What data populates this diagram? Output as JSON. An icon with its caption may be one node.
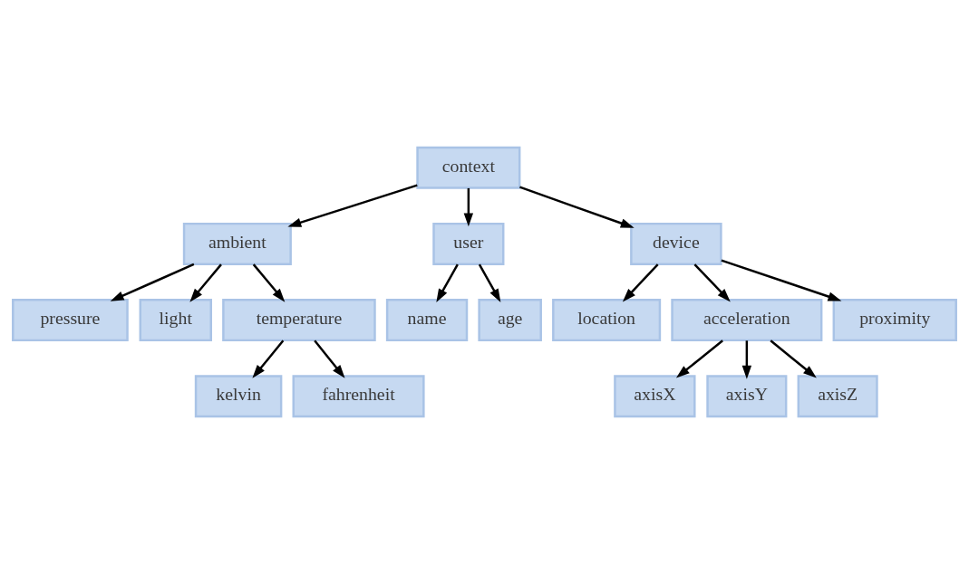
{
  "diagram": {
    "nodes": [
      {
        "text": [
          "context"
        ]
      },
      {
        "text": [
          "user"
        ]
      },
      {
        "text": [
          "ambient"
        ]
      },
      {
        "text": [
          "device"
        ]
      },
      {
        "text": [
          "name"
        ]
      },
      {
        "text": [
          "age"
        ]
      },
      {
        "text": [
          "pressure"
        ]
      },
      {
        "text": [
          "light"
        ]
      },
      {
        "text": [
          "temperature"
        ]
      },
      {
        "text": [
          "location"
        ]
      },
      {
        "text": [
          "acceleration"
        ]
      },
      {
        "text": [
          "proximity"
        ]
      },
      {
        "text": [
          "kelvin"
        ]
      },
      {
        "text": [
          "fahrenheit"
        ]
      },
      {
        "text": [
          "axisX"
        ]
      },
      {
        "text": [
          "axisY"
        ]
      },
      {
        "text": [
          "axisZ"
        ]
      }
    ],
    "edges": [
      {
        "from": 0,
        "to": 2,
        "arrow": "to"
      },
      {
        "from": 0,
        "to": 1,
        "arrow": "to"
      },
      {
        "from": 0,
        "to": 3,
        "arrow": "to"
      },
      {
        "from": 1,
        "to": 4,
        "arrow": "to"
      },
      {
        "from": 1,
        "to": 5,
        "arrow": "to"
      },
      {
        "from": 2,
        "to": 6,
        "arrow": "to"
      },
      {
        "from": 2,
        "to": 7,
        "arrow": "to"
      },
      {
        "from": 2,
        "to": 8,
        "arrow": "to"
      },
      {
        "from": 3,
        "to": 9,
        "arrow": "to"
      },
      {
        "from": 3,
        "to": 10,
        "arrow": "to"
      },
      {
        "from": 3,
        "to": 11,
        "arrow": "to"
      },
      {
        "from": 8,
        "to": 12,
        "arrow": "to"
      },
      {
        "from": 8,
        "to": 13,
        "arrow": "to"
      },
      {
        "from": 10,
        "to": 14,
        "arrow": "to"
      },
      {
        "from": 10,
        "to": 15,
        "arrow": "to"
      },
      {
        "from": 10,
        "to": 16,
        "arrow": "to"
      }
    ]
  }
}
